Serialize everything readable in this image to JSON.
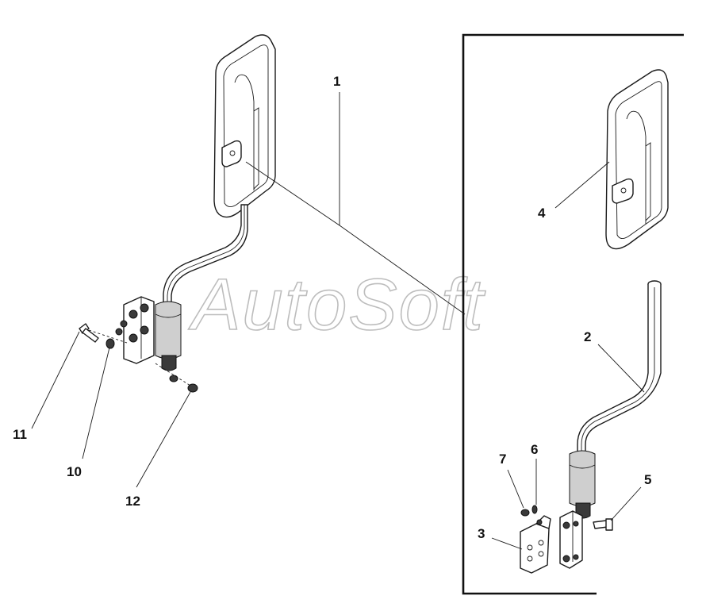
{
  "watermark": "AutoSoft",
  "callouts": {
    "c1": "1",
    "c2": "2",
    "c3": "3",
    "c4": "4",
    "c5": "5",
    "c6": "6",
    "c7": "7",
    "c10": "10",
    "c11": "11",
    "c12": "12"
  }
}
